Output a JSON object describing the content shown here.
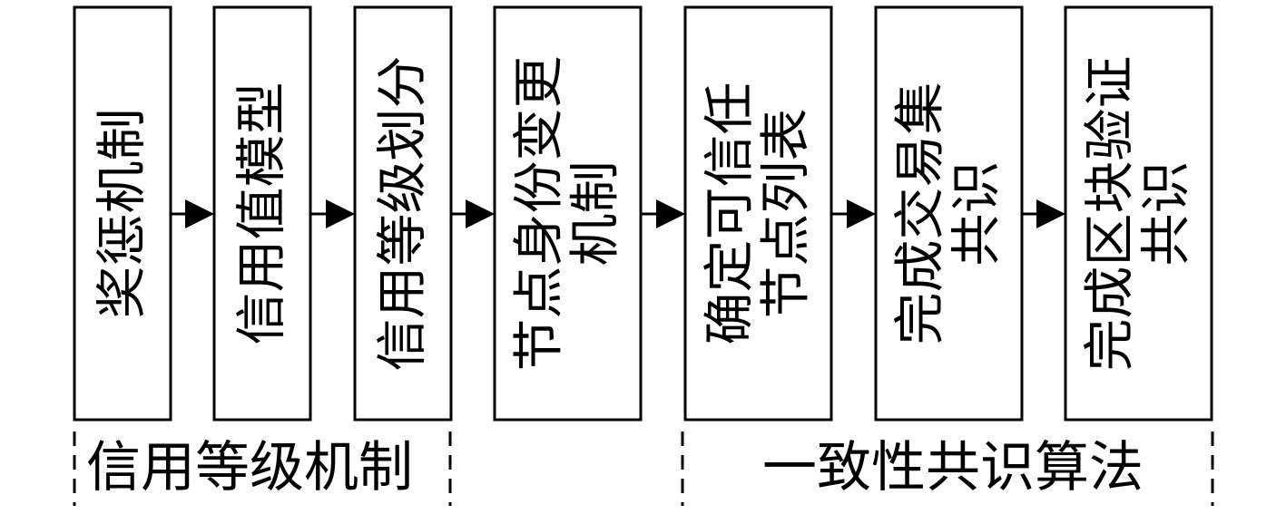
{
  "colors": {
    "stroke": "#000000",
    "background": "#ffffff",
    "text": "#000000"
  },
  "steps": [
    {
      "lines": [
        "奖惩机制"
      ]
    },
    {
      "lines": [
        "信用值模型"
      ]
    },
    {
      "lines": [
        "信用等级划分"
      ]
    },
    {
      "lines": [
        "节点身份变更",
        "机制"
      ]
    },
    {
      "lines": [
        "确定可信任",
        "节点列表"
      ]
    },
    {
      "lines": [
        "完成交易集",
        "共识"
      ]
    },
    {
      "lines": [
        "完成区块验证",
        "共识"
      ]
    }
  ],
  "groups": [
    {
      "label": "信用等级机制"
    },
    {
      "label": "一致性共识算法"
    }
  ]
}
